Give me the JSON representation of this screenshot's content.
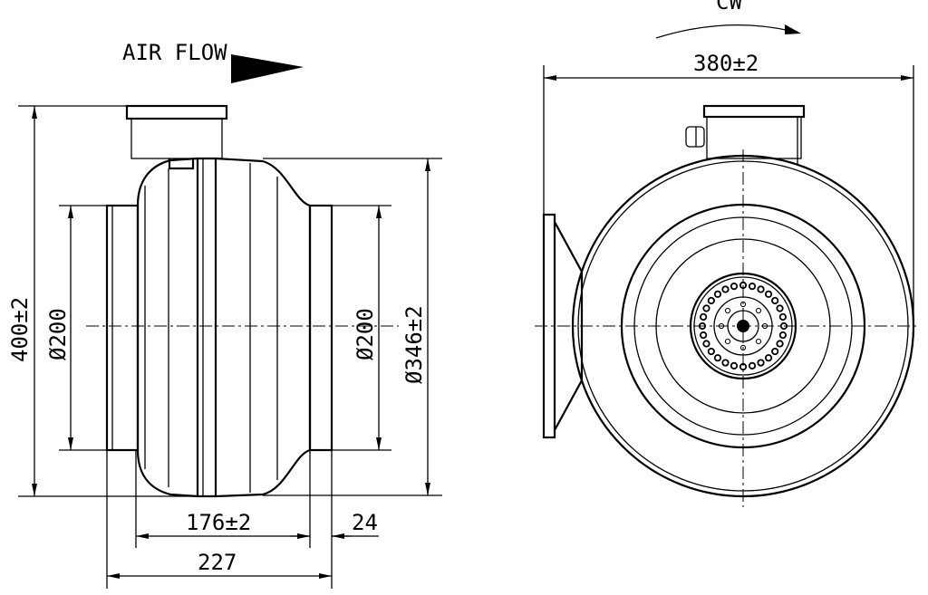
{
  "side_view": {
    "air_flow_label": "AIR FLOW",
    "height_dim": "400±2",
    "inlet_diameter": "Ø200",
    "outlet_diameter": "Ø200",
    "body_diameter": "Ø346±2",
    "body_length": "176±2",
    "collar_length": "24",
    "overall_length": "227"
  },
  "front_view": {
    "rotation_label": "CW",
    "width_dim": "380±2"
  }
}
